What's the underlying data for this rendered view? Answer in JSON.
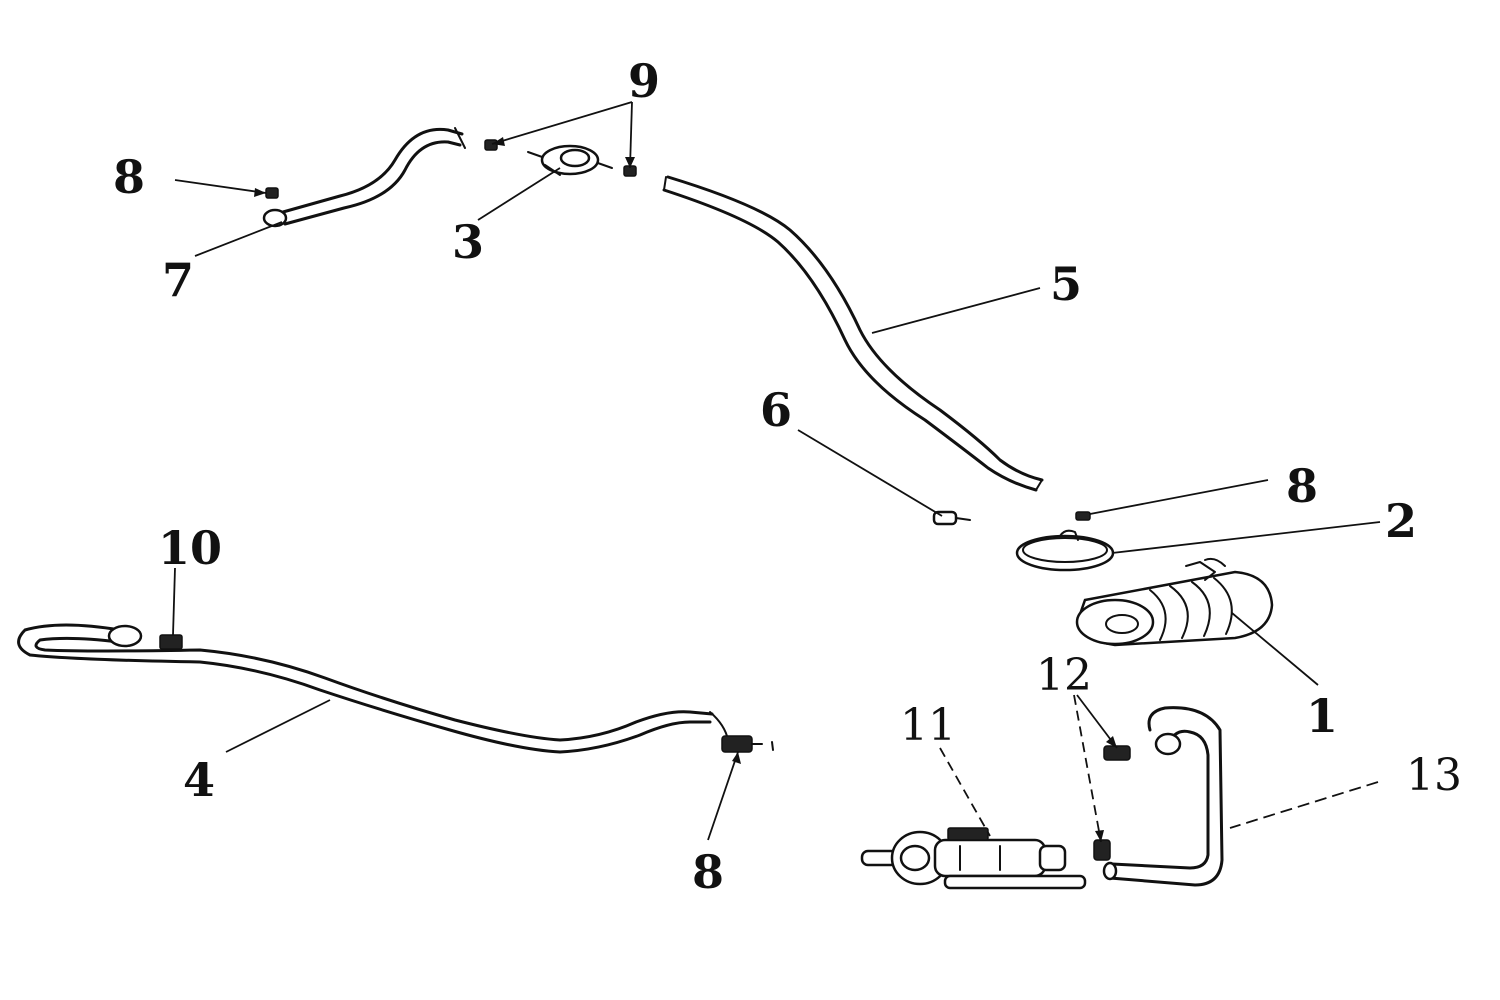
{
  "callouts": {
    "c1": "1",
    "c2": "2",
    "c3": "3",
    "c4": "4",
    "c5": "5",
    "c6": "6",
    "c7": "7",
    "c8_top": "8",
    "c8_right": "8",
    "c8_bottom": "8",
    "c9": "9",
    "c10": "10",
    "c11": "11",
    "c12": "12",
    "c13": "13"
  }
}
